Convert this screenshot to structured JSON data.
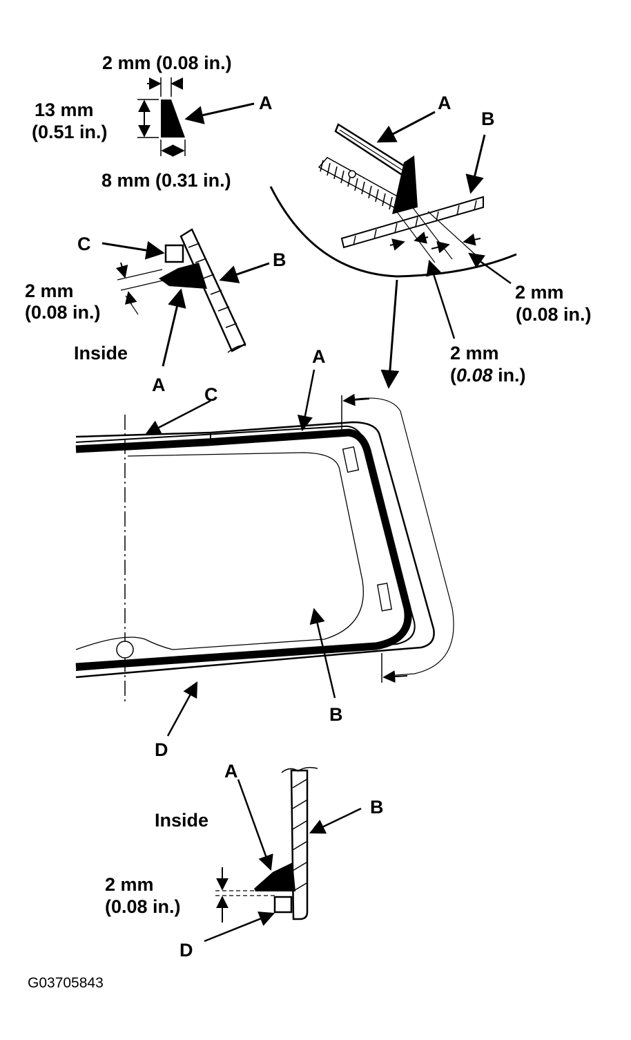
{
  "callouts": {
    "a": "A",
    "b": "B",
    "c": "C",
    "d": "D"
  },
  "dimensions": {
    "width_top": "2 mm (0.08 in.)",
    "height_mm": "13 mm",
    "height_in": "(0.51 in.)",
    "base": "8 mm (0.31 in.)",
    "gap_mm": "2 mm",
    "gap_in": "(0.08 in.)",
    "gap_in_italic": "0.08"
  },
  "text": {
    "inside": "Inside",
    "part_code": "G03705843"
  }
}
